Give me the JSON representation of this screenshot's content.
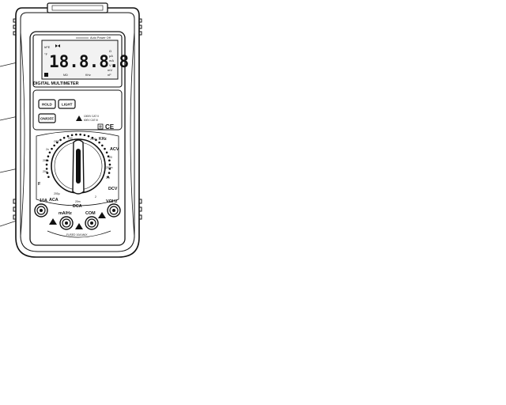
{
  "device": {
    "auto_power_off": "Auto Power Off",
    "panel_title": "DIGITAL MULTIMETER",
    "display_value": "18.8.8.8",
    "lcd_indicators": [
      "hFE",
      "°F",
      "Ω",
      "µA",
      "mA",
      "V",
      "mV",
      "nF",
      "KHz",
      "MΩ"
    ],
    "buttons": {
      "hold": "HOLD",
      "light": "LIGHT",
      "onoff": "ON/OFF"
    },
    "warning_lines": [
      "1000V CAT II",
      "600V CAT III"
    ],
    "ce_mark": "CE",
    "dial_sections": {
      "acv": "ACV",
      "dcv": "DCV",
      "aca": "ACA",
      "dca": "DCA",
      "khz": "KHz",
      "farad": "F"
    },
    "range_labels": [
      "200",
      "2000",
      "20",
      "200m",
      "2m",
      "20m",
      "2",
      "200µ",
      "20µ",
      "200n",
      "2n",
      "OFF"
    ],
    "jacks": {
      "amps_10a": "10A",
      "ma": "mA/Hz",
      "com": "COM",
      "vohm": "VΩHz"
    },
    "fuse_text": "FUSED 10A MAX"
  }
}
